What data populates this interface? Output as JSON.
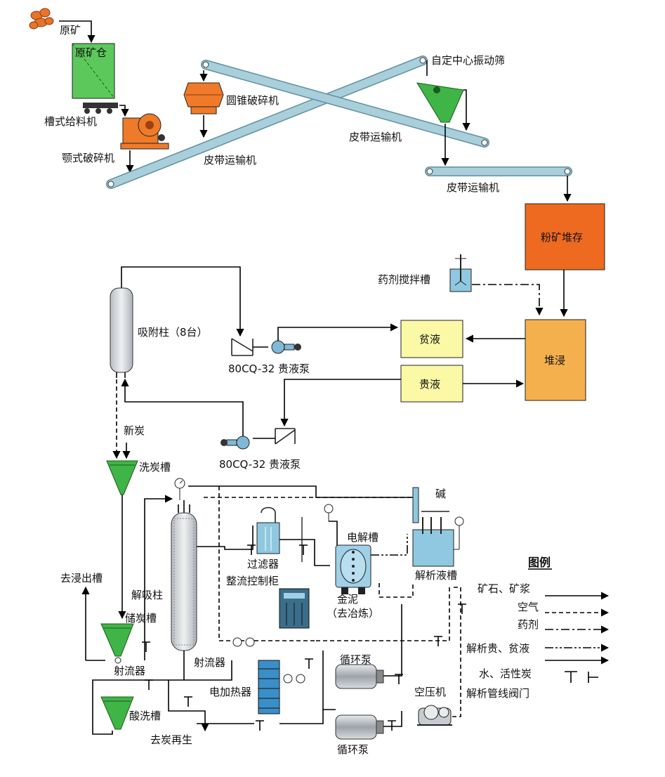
{
  "labels": {
    "raw_ore": "原矿",
    "raw_ore_bin": "原矿仓",
    "trough_feeder": "槽式给料机",
    "jaw_crusher": "颚式破碎机",
    "cone_crusher": "圆锥破碎机",
    "belt_conveyor_1": "皮带运输机",
    "belt_conveyor_2": "皮带运输机",
    "belt_conveyor_3": "皮带运输机",
    "vibrating_screen": "自定中心振动筛",
    "fine_ore_storage": "粉矿堆存",
    "reagent_tank": "药剂搅拌槽",
    "heap_leach": "堆浸",
    "barren_solution": "贫液",
    "pregnant_solution": "贵液",
    "adsorption_column": "吸附柱（8台）",
    "pump_top": "80CQ-32 贵液泵",
    "pump_bottom": "80CQ-32 贵液泵",
    "new_carbon": "新炭",
    "carbon_wash_tank": "洗炭槽",
    "to_leach_tank": "去浸出槽",
    "desorption_column": "解吸柱",
    "carbon_storage_tank": "储炭槽",
    "ejector_1": "射流器",
    "ejector_2": "射流器",
    "acid_wash_tank": "酸洗槽",
    "carbon_regen": "去炭再生",
    "filter": "过滤器",
    "rectifier_cabinet": "整流控制柜",
    "electric_heater": "电加热器",
    "electrolytic_cell": "电解槽",
    "gold_mud": "金泥",
    "to_smelting": "（去冶炼）",
    "alkali": "碱",
    "desorption_tank": "解析液槽",
    "circ_pump_1": "循环泵",
    "circ_pump_2": "循环泵",
    "air_compressor": "空压机"
  },
  "legend": {
    "title": "图例",
    "items": [
      {
        "label": "矿石、矿浆",
        "style": "solid"
      },
      {
        "label": "空气",
        "style": "dashed"
      },
      {
        "label": "药剂",
        "style": "dashdot"
      },
      {
        "label": "解析贵、贫液",
        "style": "dashdotdot"
      },
      {
        "label": "水、活性炭",
        "style": "solid"
      }
    ],
    "valve_label": "解析管线阀门"
  },
  "colors": {
    "bin_green": "#5cc85c",
    "crusher_orange": "#ee7a2a",
    "storage_orange": "#ee6a20",
    "leach_orange": "#f5b04e",
    "solution_yellow": "#fbf8a6",
    "conveyor_blue": "#a9cfdb",
    "screen_green": "#3fb547",
    "tank_blue": "#8fc8e0",
    "pump_blue": "#80b8d8",
    "grey_column": "#d6d8dc",
    "machine_grey": "#9aa0a6"
  }
}
